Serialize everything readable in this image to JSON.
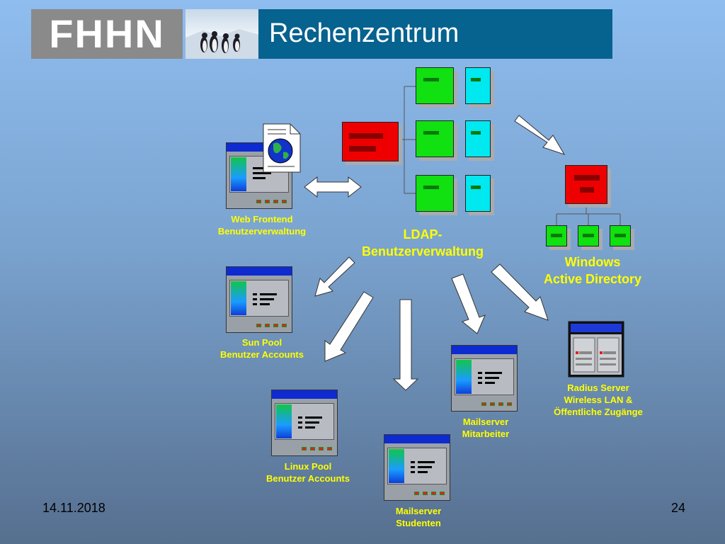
{
  "header": {
    "logo_text": "FHHN",
    "title": "Rechenzentrum"
  },
  "labels": {
    "web_frontend": [
      "Web Frontend",
      "Benutzerverwaltung"
    ],
    "ldap": [
      "LDAP-",
      "Benutzerverwaltung"
    ],
    "windows_ad": [
      "Windows",
      "Active Directory"
    ],
    "sun_pool": [
      "Sun Pool",
      "Benutzer Accounts"
    ],
    "radius": [
      "Radius Server",
      "Wireless LAN &",
      "Öffentliche Zugänge"
    ],
    "mail_mitarbeiter": [
      "Mailserver",
      "Mitarbeiter"
    ],
    "linux_pool": [
      "Linux Pool",
      "Benutzer Accounts"
    ],
    "mail_studenten": [
      "Mailserver",
      "Studenten"
    ]
  },
  "footer": {
    "date": "14.11.2018",
    "page": "24"
  },
  "colors": {
    "title_bar": "#06628f",
    "caption": "#ffff00",
    "server_red": "#ee0000",
    "server_green": "#11e011",
    "server_cyan": "#00e8f0"
  },
  "icons": [
    "penguins-photo",
    "globe-document-icon",
    "window-icon",
    "server-icon",
    "radius-server-icon",
    "arrow-icon"
  ]
}
